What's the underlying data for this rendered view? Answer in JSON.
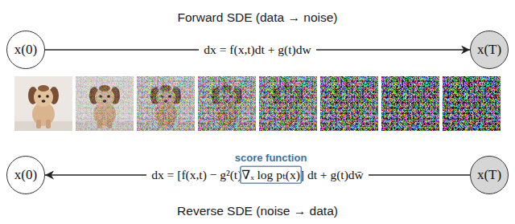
{
  "diagram": {
    "nodes": [
      {
        "text": [
          "x(0)"
        ]
      },
      {
        "text": [
          "x(T)"
        ]
      },
      {
        "text": [
          "x(0)"
        ]
      },
      {
        "text": [
          "x(T)"
        ]
      }
    ],
    "edges": [
      {
        "from": 0,
        "to": 1,
        "arrow": "to",
        "label": "dx = f(x,t)dt + g(t)dw"
      },
      {
        "from": 3,
        "to": 2,
        "arrow": "to",
        "label": "dx = [f(x,t) − g²(t)∇ₓ log pₜ(x)] dt + g(t)dw̄"
      }
    ],
    "labels": [
      "Forward SDE (data → noise)",
      "score function",
      "Reverse SDE (noise → data)"
    ]
  }
}
